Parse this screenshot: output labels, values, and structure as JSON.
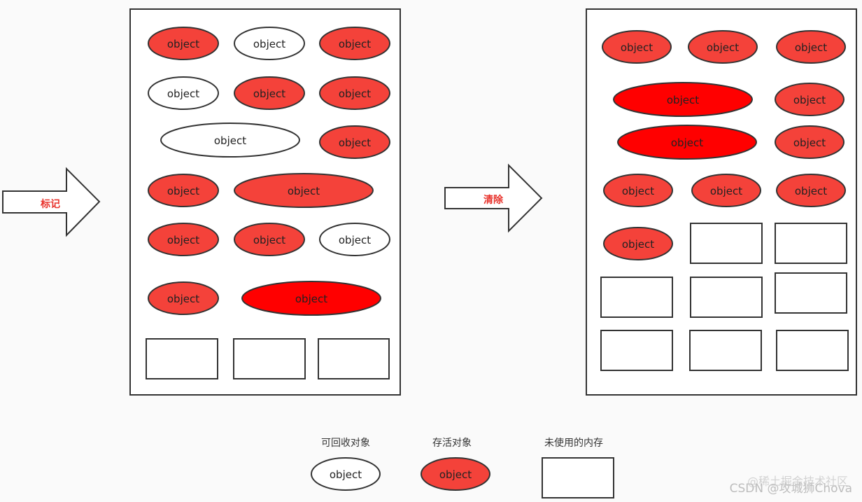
{
  "object_label": "object",
  "arrows": {
    "mark": "标记",
    "sweep": "清除"
  },
  "legend": {
    "recyclable": "可回收对象",
    "alive": "存活对象",
    "unused": "未使用的内存"
  },
  "watermark": "CSDN @攻城狮Chova",
  "watermark_overlay": "@稀土掘金技术社区",
  "colors": {
    "alive_fill": "#f4423a",
    "alive_fill_bright": "#ff0000",
    "recyclable_fill": "#ffffff",
    "outline": "#333333",
    "arrow_text": "#e8322b"
  },
  "panels": {
    "before": {
      "objects": [
        {
          "state": "alive"
        },
        {
          "state": "recyclable"
        },
        {
          "state": "alive"
        },
        {
          "state": "recyclable"
        },
        {
          "state": "alive"
        },
        {
          "state": "alive"
        },
        {
          "state": "recyclable"
        },
        {
          "state": "alive"
        },
        {
          "state": "alive"
        },
        {
          "state": "alive"
        },
        {
          "state": "alive"
        },
        {
          "state": "alive"
        },
        {
          "state": "recyclable"
        },
        {
          "state": "alive"
        },
        {
          "state": "alive-highlight"
        }
      ],
      "free_blocks": 3
    },
    "after": {
      "objects": [
        {
          "state": "alive"
        },
        {
          "state": "alive"
        },
        {
          "state": "alive"
        },
        {
          "state": "alive-highlight"
        },
        {
          "state": "alive"
        },
        {
          "state": "alive-highlight"
        },
        {
          "state": "alive"
        },
        {
          "state": "alive"
        },
        {
          "state": "alive"
        },
        {
          "state": "alive"
        },
        {
          "state": "alive"
        }
      ],
      "free_blocks": 8
    }
  }
}
